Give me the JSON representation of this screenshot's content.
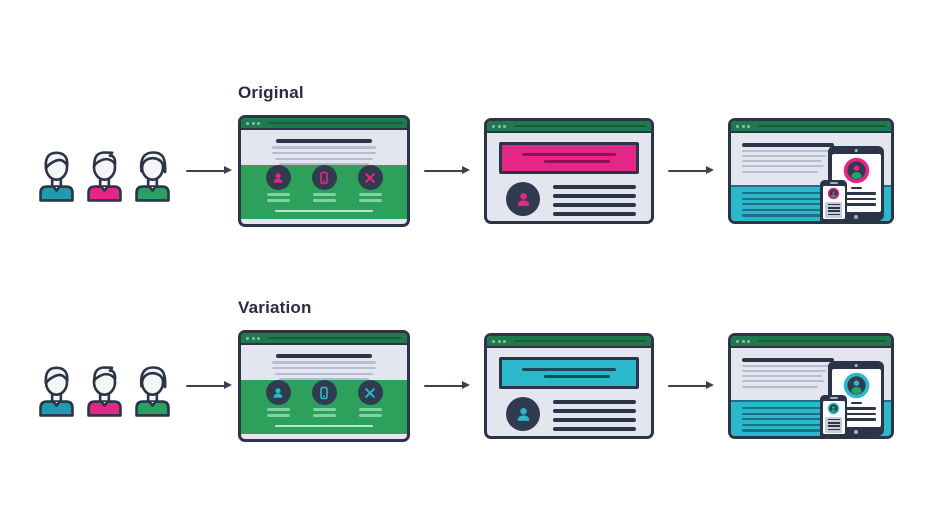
{
  "colors": {
    "background": "#ffffff",
    "outline": "#2c3547",
    "label": "#272e3d",
    "arrow": "#3a4252",
    "window_body": "#e3e6ef",
    "gray_line": "#b6bdd0",
    "green": "#2da15b",
    "green_titlebar": "#1e7a4e",
    "green_line": "#7fd2a4",
    "green_line_light": "#b5e7cc",
    "cyan": "#2bb8ca",
    "cyan_dark": "#1d7085",
    "circle_fill": "#313b4f",
    "shirt_teal": "#1d9cae",
    "shirt_magenta": "#e42787",
    "shirt_green": "#27a164"
  },
  "rows": [
    {
      "label": "Original",
      "accent": "#e42787",
      "accent_dark": "#8e1058"
    },
    {
      "label": "Variation",
      "accent": "#2bb8ca",
      "accent_dark": "#17485c"
    }
  ],
  "people": [
    {
      "name": "user-teal-shirt"
    },
    {
      "name": "user-magenta-shirt"
    },
    {
      "name": "user-green-shirt"
    }
  ],
  "icons": {
    "arrow": "arrow-right-icon",
    "feature_icons": [
      "user-icon",
      "smartphone-icon",
      "shuffle-icon"
    ],
    "avatar_icon": "user-avatar-icon",
    "device_icons": [
      "tablet-icon",
      "smartphone-icon"
    ]
  }
}
